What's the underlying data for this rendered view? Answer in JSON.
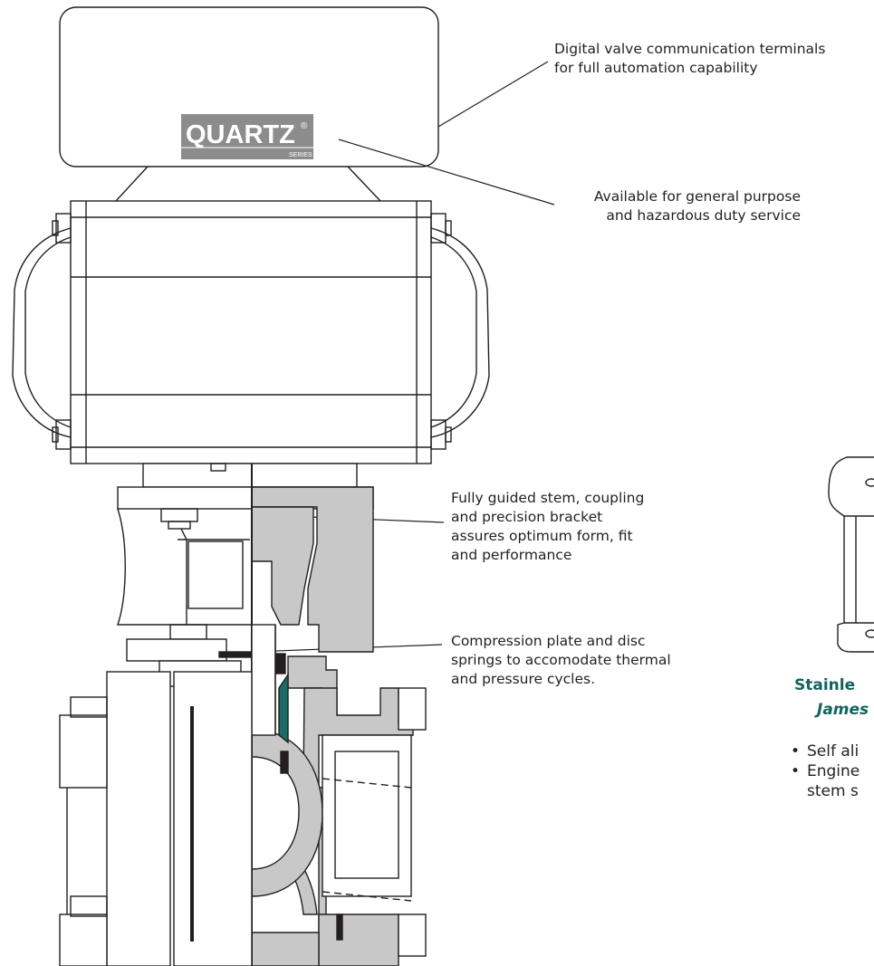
{
  "logo": {
    "text": "QUARTZ",
    "reg_mark": "®",
    "sub": "SERIES"
  },
  "callouts": {
    "communication": "Digital valve communication terminals\nfor full automation capability",
    "service": "Available for general purpose\nand hazardous duty service",
    "stem": "Fully guided stem, coupling\nand precision  bracket\nassures optimum form, fit\nand performance",
    "compression": "Compression plate and disc\nsprings to accomodate thermal\nand pressure cycles."
  },
  "bracket": {
    "title": "Stainle",
    "subtitle": "James"
  },
  "bullets": [
    {
      "text": "Self ali"
    },
    {
      "text": "Engine\nstem s"
    }
  ],
  "colors": {
    "line": "#231f20",
    "section_fill": "#c8c8c8",
    "seal": "#1d6b66",
    "title": "#10645c"
  }
}
